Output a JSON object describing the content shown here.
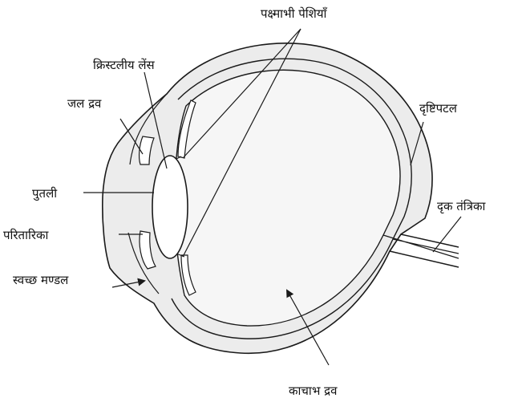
{
  "diagram": {
    "labels": {
      "ciliary_muscles": "पक्ष्माभी पेशियाँ",
      "crystalline_lens": "क्रिस्टलीय लेंस",
      "aqueous_humour": "जल द्रव",
      "retina": "दृष्टिपटल",
      "pupil": "पुतली",
      "optic_nerve": "दृक तंत्रिका",
      "iris": "परितारिका",
      "cornea": "स्वच्छ मण्डल",
      "vitreous_humour": "काचाभ द्रव"
    },
    "colors": {
      "outline": "#1a1a1a",
      "eye_fill": "#ececec",
      "interior_fill": "#f6f6f6",
      "lens_fill": "#ffffff"
    }
  }
}
